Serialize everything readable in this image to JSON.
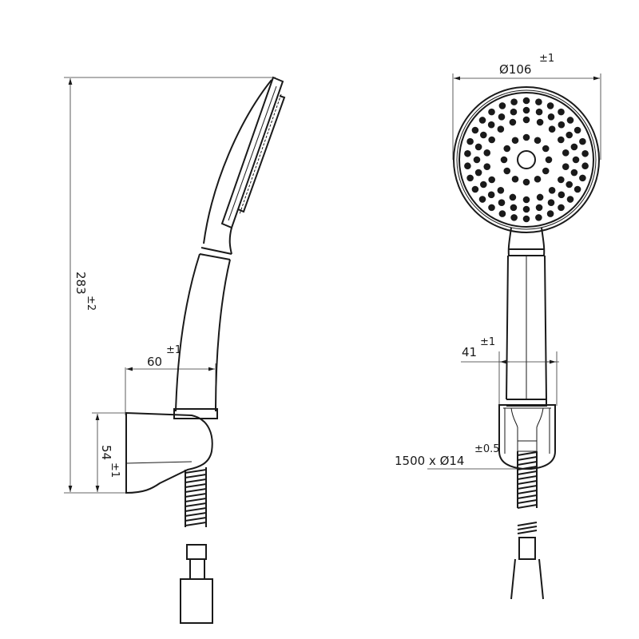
{
  "side_view": {
    "height": {
      "value": "283",
      "tolerance": "±2"
    },
    "depth": {
      "value": "60",
      "tolerance": "±1"
    },
    "holder_height": {
      "value": "54",
      "tolerance": "±1"
    }
  },
  "front_view": {
    "head_diameter": {
      "value": "Ø106",
      "tolerance": "±1"
    },
    "handle_width": {
      "value": "41",
      "tolerance": "±1"
    },
    "hose": {
      "value": "1500 x Ø14",
      "tolerance": "±0.5"
    }
  },
  "colors": {
    "line": "#1a1a1a",
    "background": "#ffffff"
  }
}
